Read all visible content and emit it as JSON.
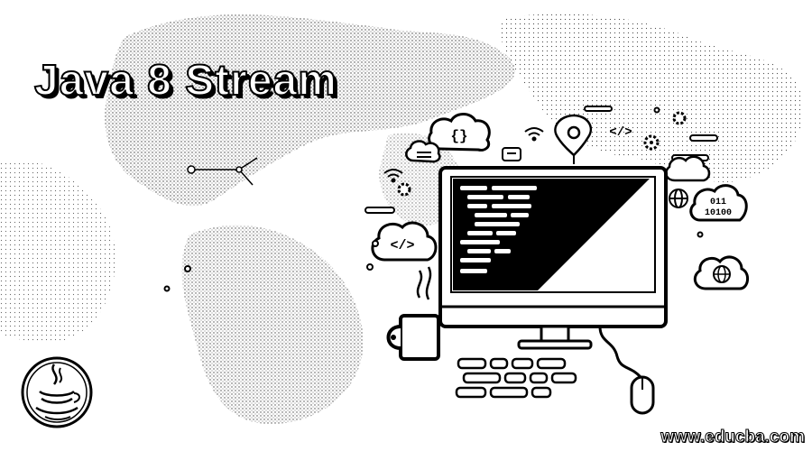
{
  "banner": {
    "title": "Java 8 Stream",
    "site": "www.educba.com"
  },
  "icons": {
    "braces": "{}",
    "code_tag_left": "</>",
    "code_tag_top": "</>",
    "binary_line1": "011",
    "binary_line2": "10100"
  },
  "colors": {
    "background": "#ffffff",
    "ink": "#000000"
  }
}
